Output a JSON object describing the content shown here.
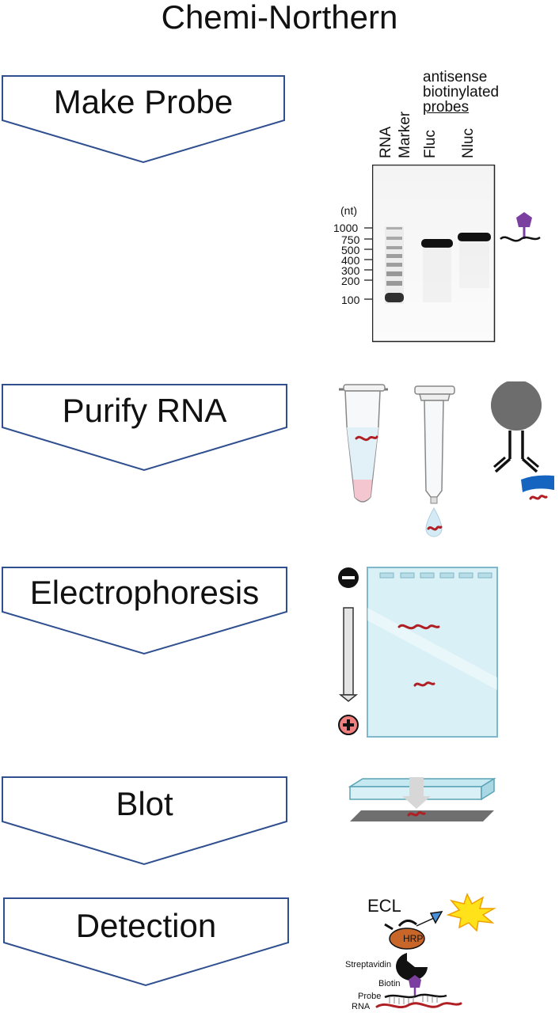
{
  "title": "Chemi-Northern",
  "steps": [
    {
      "label": "Make Probe"
    },
    {
      "label": "Purify RNA"
    },
    {
      "label": "Electrophoresis"
    },
    {
      "label": "Blot"
    },
    {
      "label": "Detection"
    }
  ],
  "gel": {
    "header_line1": "antisense",
    "header_line2": "biotinylated",
    "header_line3": "probes",
    "lane_marker_line1": "RNA",
    "lane_marker_line2": "Marker",
    "lane_fluc": "Fluc",
    "lane_nluc": "Nluc",
    "unit": "(nt)",
    "ladder": [
      "1000",
      "750",
      "500",
      "400",
      "300",
      "200",
      "100"
    ]
  },
  "detection": {
    "ecl": "ECL",
    "hrp": "HRP",
    "streptavidin": "Streptavidin",
    "biotin": "Biotin",
    "probe": "Probe",
    "rna": "RNA"
  },
  "colors": {
    "arrow_stroke": "#2f4f8f",
    "biotin": "#7b3fa0",
    "rna": "#b01f24",
    "gel_fill": "#d8f0f6",
    "hrp": "#c8662a",
    "bead": "#6d6d6d",
    "ecl_burst": "#ffe21a"
  }
}
